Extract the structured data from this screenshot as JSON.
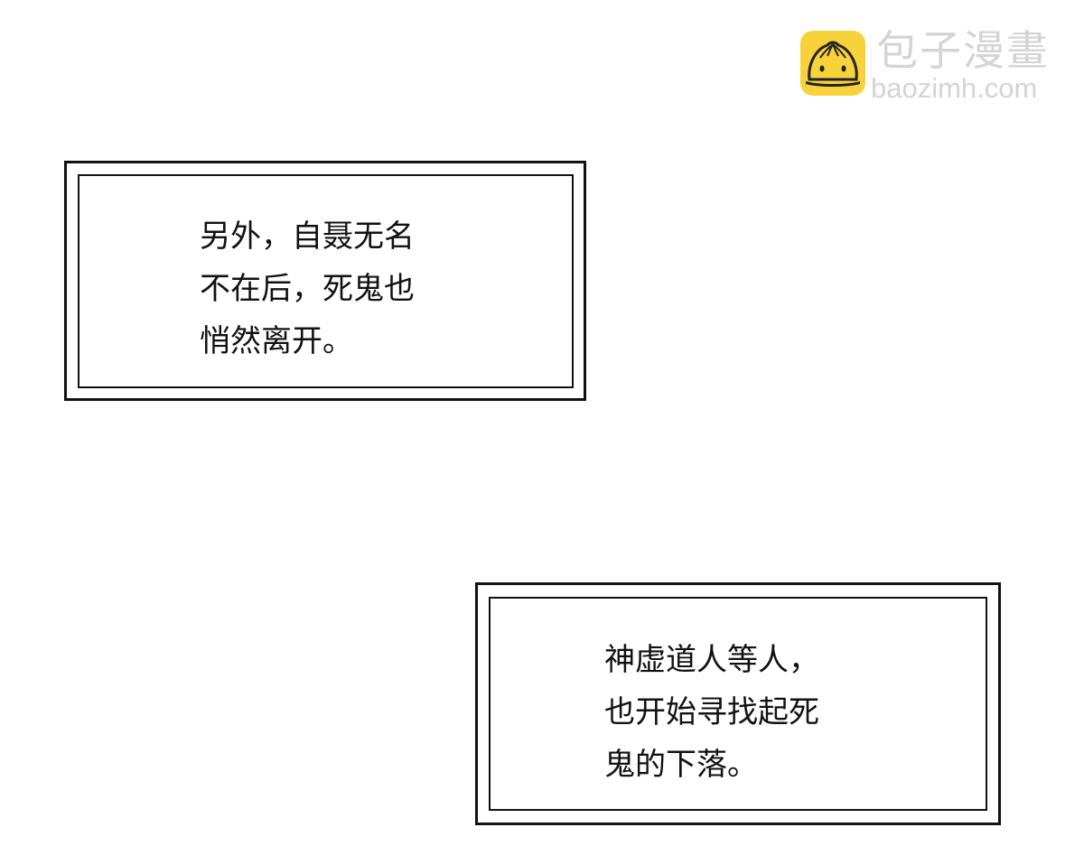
{
  "watermark": {
    "icon": "steamed-bun-logo-icon",
    "brand_cn": "包子漫畫",
    "brand_url": "baozimh.com",
    "colors": {
      "logo_bg": "#f7d23a",
      "text": "#d4d4d4"
    }
  },
  "captions": [
    {
      "lines": [
        "另外，自聂无名",
        "不在后，死鬼也",
        "悄然离开。"
      ]
    },
    {
      "lines": [
        "神虚道人等人，",
        "也开始寻找起死",
        "鬼的下落。"
      ]
    }
  ]
}
